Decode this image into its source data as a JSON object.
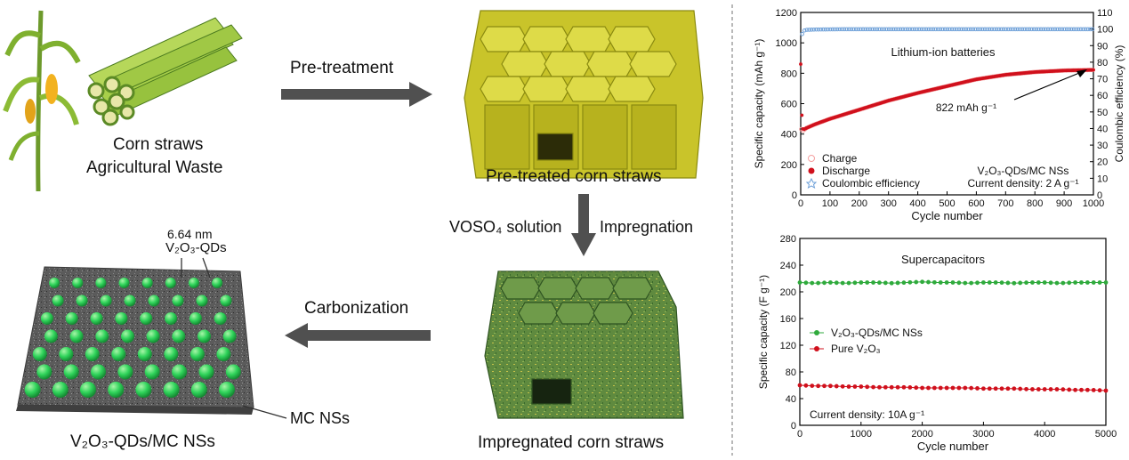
{
  "diagram": {
    "corn_line1": "Corn straws",
    "corn_line2": "Agricultural Waste",
    "step_pretreatment": "Pre-treatment",
    "pretreated_label": "Pre-treated corn straws",
    "voso4_label": "VOSO₄ solution",
    "impregnation_label": "Impregnation",
    "carbonization_label": "Carbonization",
    "impregnated_label": "Impregnated corn straws",
    "qd_size": "6.64 nm",
    "qd_name": "V₂O₃-QDs",
    "mc_ns_label": "MC NSs",
    "product_label": "V₂O₃-QDs/MC NSs"
  },
  "chart_data": [
    {
      "type": "scatter",
      "title": "Lithium-ion batteries",
      "xlabel": "Cycle number",
      "ylabel": "Specific capacity (mAh g⁻¹)",
      "y2label": "Coulombic efficiency (%)",
      "xlim": [
        0,
        1000
      ],
      "ylim": [
        0,
        1200
      ],
      "y2lim": [
        0,
        110
      ],
      "xticks": [
        "0",
        "100",
        "200",
        "300",
        "400",
        "500",
        "600",
        "700",
        "800",
        "900",
        "1000"
      ],
      "yticks": [
        "0",
        "200",
        "400",
        "600",
        "800",
        "1000",
        "1200"
      ],
      "y2ticks": [
        "0",
        "10",
        "20",
        "30",
        "40",
        "50",
        "60",
        "70",
        "80",
        "90",
        "100",
        "110"
      ],
      "annotation": "822 mAh g⁻¹",
      "sample_text": "V₂O₃-QDs/MC NSs",
      "condition_text": "Current density: 2 A g⁻¹",
      "legend_position": "bottom-left",
      "series": [
        {
          "name": "Charge",
          "color": "#f4a0a0",
          "marker": "open-circle",
          "x": [
            0,
            5,
            10,
            20,
            50,
            100,
            150,
            200,
            250,
            300,
            400,
            500,
            600,
            700,
            800,
            900,
            1000
          ],
          "values": [
            440,
            420,
            425,
            440,
            465,
            500,
            530,
            560,
            590,
            620,
            670,
            715,
            760,
            790,
            808,
            818,
            822
          ]
        },
        {
          "name": "Discharge",
          "color": "#d0101c",
          "marker": "filled-circle",
          "x": [
            0,
            5,
            10,
            20,
            50,
            100,
            150,
            200,
            250,
            300,
            400,
            500,
            600,
            700,
            800,
            900,
            1000
          ],
          "values": [
            860,
            440,
            430,
            440,
            465,
            500,
            530,
            560,
            590,
            620,
            670,
            715,
            760,
            790,
            808,
            818,
            822
          ]
        },
        {
          "name": "Coulombic efficiency",
          "color": "#6ea0d8",
          "marker": "open-star",
          "axis": "right",
          "x": [
            0,
            5,
            10,
            20,
            50,
            100,
            150,
            200,
            250,
            300,
            400,
            500,
            600,
            700,
            800,
            900,
            1000
          ],
          "values": [
            92,
            97,
            99,
            99.5,
            99.7,
            99.8,
            99.9,
            99.9,
            99.9,
            99.9,
            99.9,
            99.9,
            99.9,
            99.9,
            99.9,
            99.9,
            99.9
          ]
        }
      ]
    },
    {
      "type": "line",
      "title": "Supercapacitors",
      "xlabel": "Cycle number",
      "ylabel": "Specific capacity (F g⁻¹)",
      "xlim": [
        0,
        5000
      ],
      "ylim": [
        0,
        280
      ],
      "xticks": [
        "0",
        "1000",
        "2000",
        "3000",
        "4000",
        "5000"
      ],
      "yticks": [
        "0",
        "40",
        "80",
        "120",
        "160",
        "200",
        "240",
        "280"
      ],
      "condition_text": "Current density: 10A g⁻¹",
      "legend_position": "center-left",
      "series": [
        {
          "name": "V₂O₃-QDs/MC NSs",
          "color": "#2faa3c",
          "x": [
            0,
            250,
            500,
            750,
            1000,
            1250,
            1500,
            1750,
            2000,
            2250,
            2500,
            2750,
            3000,
            3250,
            3500,
            3750,
            4000,
            4250,
            4500,
            4750,
            5000
          ],
          "values": [
            214,
            213,
            214,
            213,
            214,
            214,
            213,
            214,
            215,
            214,
            214,
            213,
            214,
            214,
            213,
            214,
            214,
            213,
            214,
            214,
            214
          ]
        },
        {
          "name": "Pure V₂O₃",
          "color": "#d0101c",
          "x": [
            0,
            250,
            500,
            750,
            1000,
            1250,
            1500,
            1750,
            2000,
            2250,
            2500,
            2750,
            3000,
            3250,
            3500,
            3750,
            4000,
            4250,
            4500,
            4750,
            5000
          ],
          "values": [
            60,
            59,
            59,
            58,
            58,
            57,
            57,
            57,
            56,
            56,
            56,
            56,
            55,
            55,
            55,
            54,
            54,
            54,
            53,
            53,
            52
          ]
        }
      ]
    }
  ]
}
